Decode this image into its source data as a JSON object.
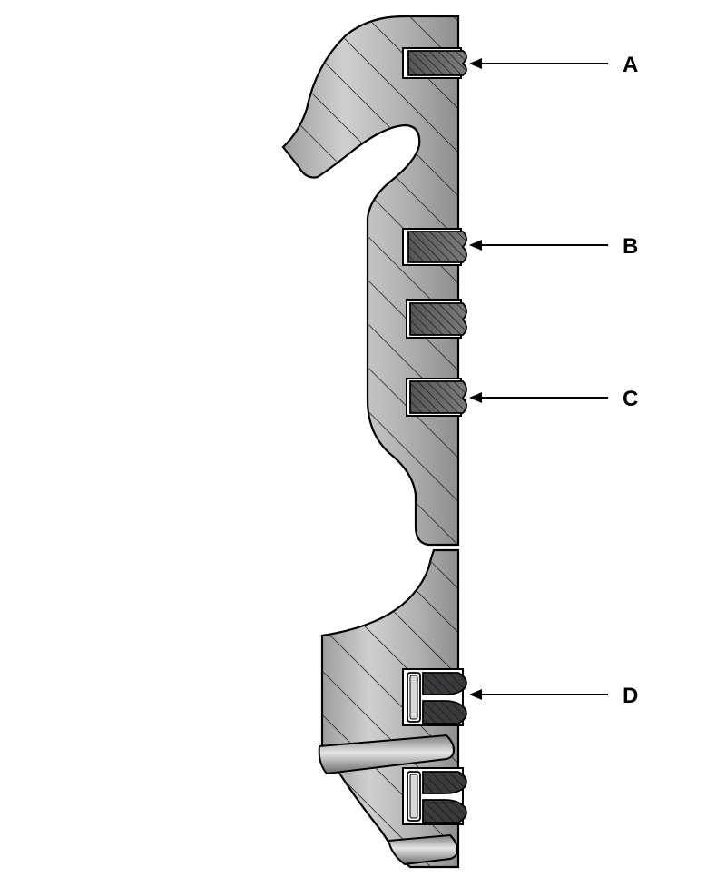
{
  "colors": {
    "body_fill": "#b5b5b6",
    "body_highlight": "#dcdcdd",
    "ring_fill": "#6e6e70",
    "ring_dark": "#2e2e30",
    "outline": "#000000",
    "background": "#ffffff"
  },
  "callouts": [
    {
      "id": "A",
      "label": "A"
    },
    {
      "id": "B",
      "label": "B"
    },
    {
      "id": "C",
      "label": "C"
    },
    {
      "id": "D",
      "label": "D"
    }
  ]
}
